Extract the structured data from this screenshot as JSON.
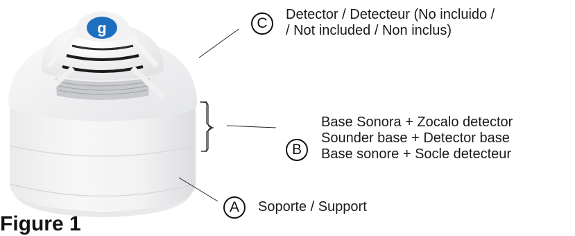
{
  "callouts": {
    "c": {
      "letter": "C",
      "lines": [
        "Detector / Detecteur (No incluido /",
        "/ Not included / Non inclus)"
      ]
    },
    "b": {
      "letter": "B",
      "lines": [
        "Base Sonora + Zocalo detector",
        "Sounder base + Detector base",
        "Base sonore + Socle detecteur"
      ]
    },
    "a": {
      "letter": "A",
      "lines": [
        "Soporte / Support"
      ]
    }
  },
  "logo": {
    "glyph": "g",
    "color": "#1f6fc0"
  },
  "caption": "Figure 1"
}
